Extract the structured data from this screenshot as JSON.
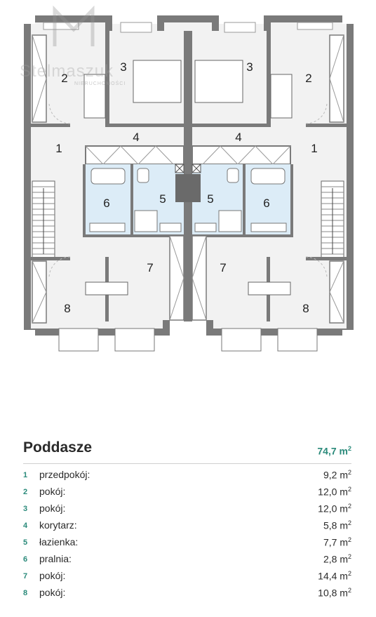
{
  "logo": {
    "name": "Stelmaszuk",
    "sub": "NIERUCHOMOŚCI"
  },
  "plan": {
    "labels": [
      "1",
      "2",
      "3",
      "4",
      "5",
      "6",
      "7",
      "8"
    ]
  },
  "legend": {
    "title": "Poddasze",
    "total": "74,7 m",
    "total_sup": "2",
    "rows": [
      {
        "num": "1",
        "name": "przedpokój:",
        "area": "9,2 m",
        "sup": "2"
      },
      {
        "num": "2",
        "name": "pokój:",
        "area": "12,0 m",
        "sup": "2"
      },
      {
        "num": "3",
        "name": "pokój:",
        "area": "12,0 m",
        "sup": "2"
      },
      {
        "num": "4",
        "name": "korytarz:",
        "area": "5,8 m",
        "sup": "2"
      },
      {
        "num": "5",
        "name": "łazienka:",
        "area": "7,7 m",
        "sup": "2"
      },
      {
        "num": "6",
        "name": "pralnia:",
        "area": "2,8 m",
        "sup": "2"
      },
      {
        "num": "7",
        "name": "pokój:",
        "area": "14,4 m",
        "sup": "2"
      },
      {
        "num": "8",
        "name": "pokój:",
        "area": "10,8 m",
        "sup": "2"
      }
    ]
  },
  "colors": {
    "wall": "#7a7a7a",
    "floor": "#f2f2f2",
    "bath": "#dcecf7",
    "accent": "#2a8a7a"
  }
}
